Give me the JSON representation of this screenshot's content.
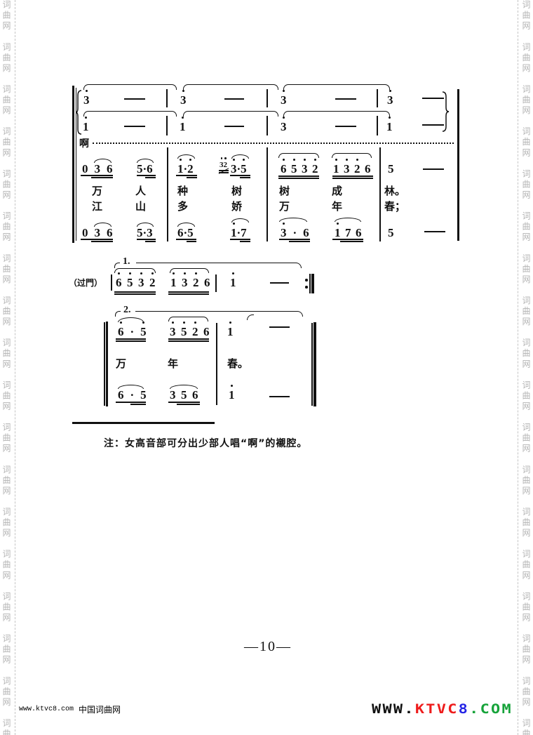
{
  "page": {
    "background": "#ffffff",
    "ink": "#111111"
  },
  "watermark": {
    "left_column": "词曲网　词曲网　词曲网　词曲网　词曲网　词曲网　词曲网　词曲网　词曲网　词曲网　词曲网　词曲网　词曲网　词曲网　词曲网　词曲网　词曲网　词曲网　",
    "right_column": "词曲网　词曲网　词曲网　词曲网　词曲网　词曲网　词曲网　词曲网　词曲网　词曲网　词曲网　词曲网　词曲网　词曲网　词曲网　词曲网　词曲网　词曲网　",
    "color": "#b4b4b4"
  },
  "score": {
    "system1": {
      "descant_upper": [
        {
          "note": "3̇",
          "hold": "—"
        },
        {
          "note": "3̇",
          "hold": "—"
        },
        {
          "note": "3̇",
          "hold": "—"
        },
        {
          "note": "3̇",
          "hold": "—"
        }
      ],
      "descant_lower": [
        {
          "note": "1̇",
          "hold": "—"
        },
        {
          "note": "1̇",
          "hold": "—"
        },
        {
          "note": "3̇",
          "hold": "—"
        },
        {
          "note": "1̇",
          "hold": "—"
        }
      ],
      "descant_syllable": "啊",
      "melody": {
        "groups": [
          "0 3 6",
          "5·6",
          "1̇·2̇",
          "3̇·5̇",
          "6̇ 5̇ 3̇ 2̇",
          "1̇ 3̇ 2̇ 6",
          "5"
        ],
        "grace": "3̇2̇",
        "hold": "—"
      },
      "lyrics_verse1": [
        "万",
        "人",
        "种",
        "树",
        "树",
        "成",
        "林。"
      ],
      "lyrics_verse2": [
        "江",
        "山",
        "多",
        "娇",
        "万",
        "年",
        "春；"
      ],
      "harmony": {
        "groups": [
          "0 3 6",
          "5·3",
          "6·5",
          "1̇·7",
          "3̇ · 6",
          "1̇ 7 6",
          "5"
        ],
        "hold": "—"
      }
    },
    "system2": {
      "label": "（过門）",
      "volta": "1.",
      "groups": [
        "6̇ 5̇ 3̇ 2̇",
        "1̇ 3̇ 2̇ 6",
        "1̇"
      ],
      "hold": "—"
    },
    "system3": {
      "volta": "2.",
      "melody": {
        "groups": [
          "6̇ · 5̇",
          "3̇ 5̇ 2̇ 6",
          "1̇"
        ],
        "hold": "—"
      },
      "lyrics": [
        "万",
        "年",
        "春。"
      ],
      "harmony": {
        "groups": [
          "6 · 5",
          "3 5 6",
          "1̇"
        ],
        "hold": "—"
      }
    }
  },
  "footnote": "注：女高音部可分出少部人唱“啊”的襯腔。",
  "page_number": "—10—",
  "footer": {
    "site_url": "www.ktvc8.com",
    "site_name": "中国词曲网",
    "logo": {
      "parts": [
        {
          "text": "WWW.",
          "style": "color:#111111"
        },
        {
          "text": "KTVC",
          "style": "color:#ee1c1c"
        },
        {
          "text": "8",
          "style": "color:#2424e6"
        },
        {
          "text": ".COM",
          "style": "color:#16a33a"
        }
      ]
    }
  }
}
